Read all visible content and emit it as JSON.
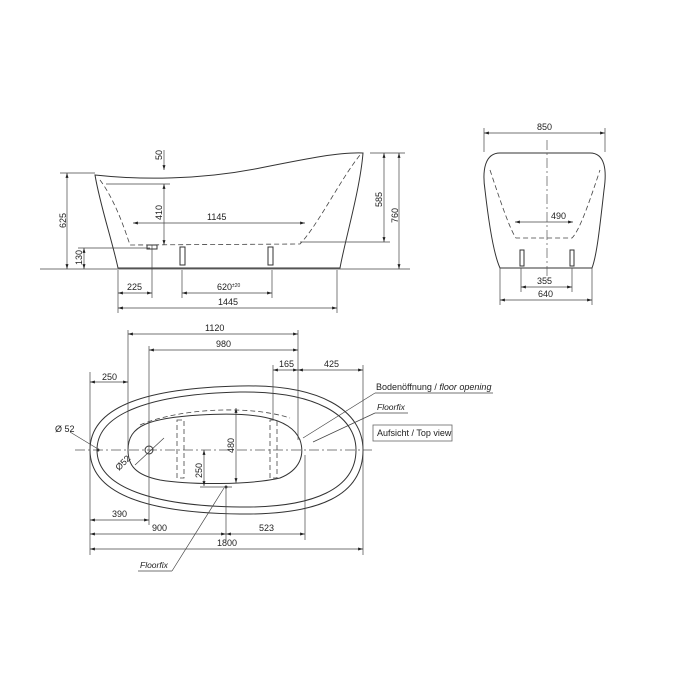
{
  "side_view": {
    "dims": {
      "d50": "50",
      "d410": "410",
      "d625": "625",
      "d130": "130",
      "d1145": "1145",
      "d585": "585",
      "d760": "760",
      "d225": "225",
      "d620": "620",
      "d620_tol": "±20",
      "d1445": "1445"
    }
  },
  "front_view": {
    "dims": {
      "d850": "850",
      "d490": "490",
      "d355": "355",
      "d640": "640"
    }
  },
  "top_view": {
    "dims": {
      "d1120": "1120",
      "d980": "980",
      "d250a": "250",
      "d165": "165",
      "d425": "425",
      "d480": "480",
      "d250b": "250",
      "d390": "390",
      "d900": "900",
      "d523": "523",
      "d1800": "1800",
      "dia52a": "Ø 52",
      "dia52b": "Ø52"
    },
    "labels": {
      "floor_opening_de": "Bodenöffnung / ",
      "floor_opening_en": "floor opening",
      "floorfix_right": "Floorfix",
      "floorfix_bottom": "Floorfix",
      "view_title": "Aufsicht / Top view"
    }
  }
}
